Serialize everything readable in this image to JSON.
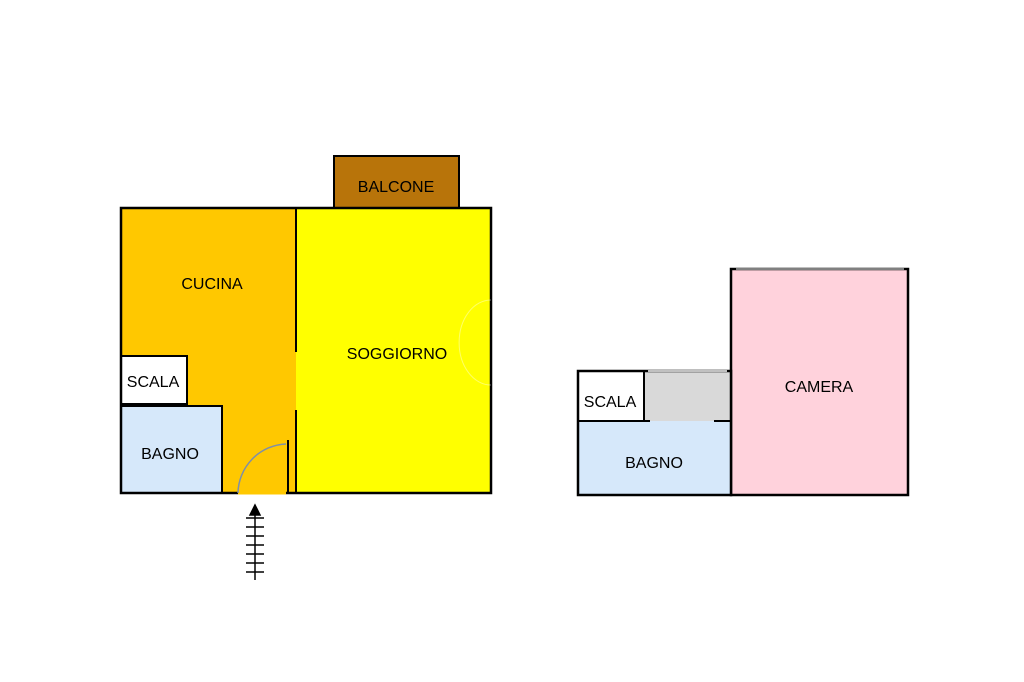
{
  "colors": {
    "kitchen": "#FFC800",
    "living": "#FFFF00",
    "balcony": "#B8740A",
    "bath": "#D6E8FA",
    "stair": "#FFFFFF",
    "bedroom": "#FFD2DC",
    "landing": "#D9D9D9",
    "walls": "#000000",
    "door_arc": "#7F8FA8"
  },
  "floor_ground": {
    "rooms": {
      "balcony": "BALCONE",
      "kitchen": "CUCINA",
      "living": "SOGGIORNO",
      "stair": "SCALA",
      "bath": "BAGNO"
    },
    "entrance_arrow": "entrance-arrow-icon"
  },
  "floor_upper": {
    "rooms": {
      "stair": "SCALA",
      "bath": "BAGNO",
      "bedroom": "CAMERA"
    }
  }
}
